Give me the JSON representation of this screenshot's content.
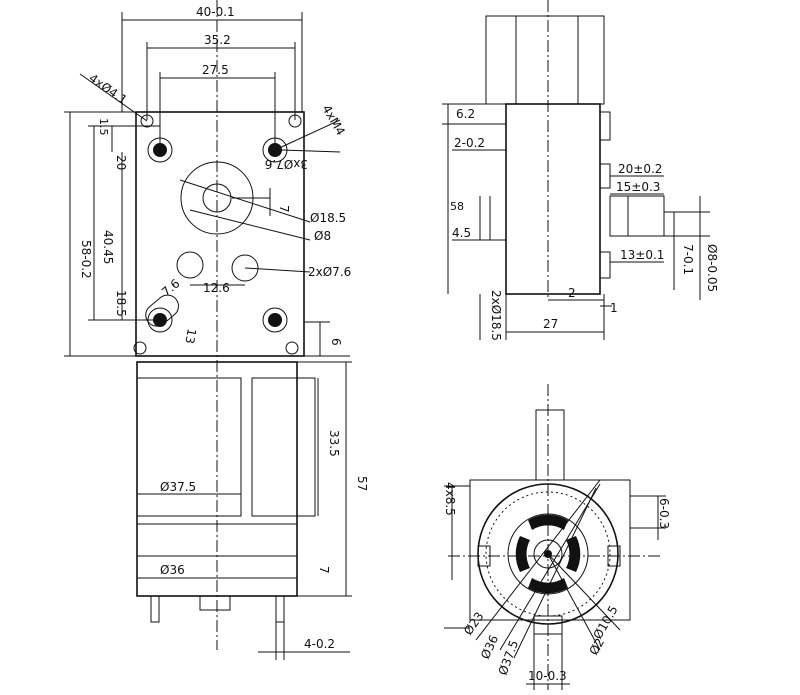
{
  "front_view": {
    "width_overall": "40-0.1",
    "hole_spacing_outer": "35.2",
    "hole_spacing_inner": "27.5",
    "mount_holes": "4xØ4.1",
    "tapped_holes": "4xM4",
    "pin_holes": "3xØ7.6",
    "top_offset": "1.5",
    "hole_row_1": "20",
    "overall_height": "58-0.2",
    "hole_row_2": "40.45",
    "bottom_offset": "18.5",
    "shaft_offset": "7",
    "boss_dia": "Ø18.5",
    "shaft_dia": "Ø8",
    "side_holes": "2xØ7.6",
    "slot_center": "12.6",
    "slot_width": "7.6",
    "slot_len": "13",
    "flange_thickness": "6",
    "motor_dia": "Ø37.5",
    "motor_inner_len": "33.5",
    "motor_len": "57",
    "motor_cap_dia": "Ø36",
    "cap_height": "7",
    "terminal_spacing": "4-0.2"
  },
  "side_view": {
    "top_step": "6.2",
    "edge": "2-0.2",
    "height": "58",
    "shaft_len": "20±0.2",
    "shaft_flat": "15±0.3",
    "bottom_step": "4.5",
    "key_len": "13±0.1",
    "key_height": "7-0.1",
    "shaft_dia": "Ø8-0.05",
    "base_hole": "2xØ18.5",
    "gap_1": "2",
    "gap_2": "1",
    "depth": "27"
  },
  "end_view": {
    "slots": "4x8.5",
    "offset": "6-0.3",
    "d23": "Ø23",
    "d36": "Ø36",
    "d37": "Ø37.5",
    "d2": "Ø2",
    "d105": "Ø10.5",
    "width": "10-0.3"
  }
}
